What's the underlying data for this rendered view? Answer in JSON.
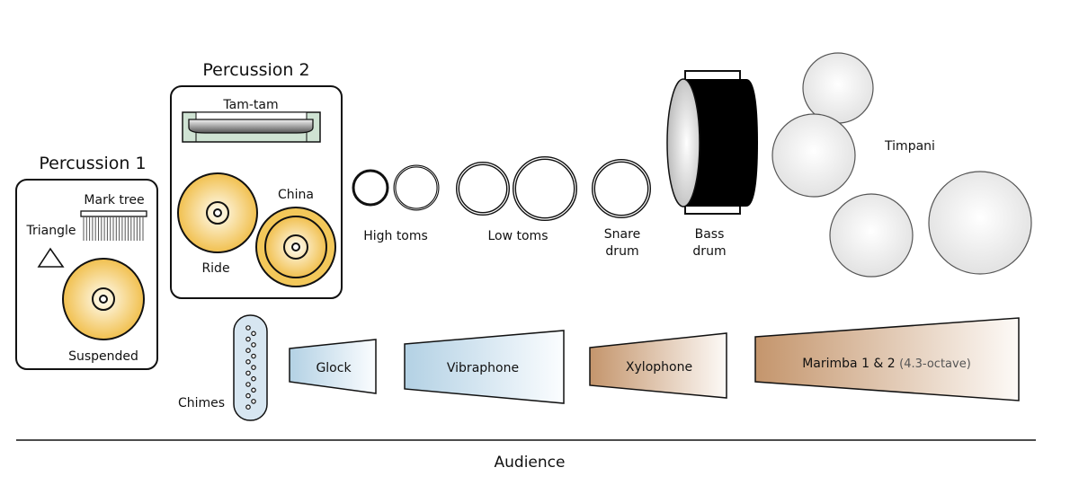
{
  "title_percussion1": "Percussion 1",
  "title_percussion2": "Percussion 2",
  "percussion1": {
    "mark_tree": "Mark tree",
    "triangle": "Triangle",
    "suspended": "Suspended"
  },
  "percussion2": {
    "tam_tam": "Tam-tam",
    "ride": "Ride",
    "china": "China"
  },
  "drums": {
    "high_toms": "High toms",
    "low_toms": "Low toms",
    "snare_line1": "Snare",
    "snare_line2": "drum",
    "bass_line1": "Bass",
    "bass_line2": "drum",
    "timpani": "Timpani"
  },
  "keyboards": {
    "chimes": "Chimes",
    "glock": "Glock",
    "vibraphone": "Vibraphone",
    "xylophone": "Xylophone",
    "marimba": "Marimba 1 & 2",
    "marimba_note": "(4.3-octave)"
  },
  "audience": "Audience",
  "colors": {
    "cymbal": "#f3c85a",
    "tam_tam_frame": "#cfe3d3",
    "glock_vibes": "#b9d5e6",
    "xylo_marimba": "#c79a74",
    "timpani": "#e8e8e8"
  }
}
